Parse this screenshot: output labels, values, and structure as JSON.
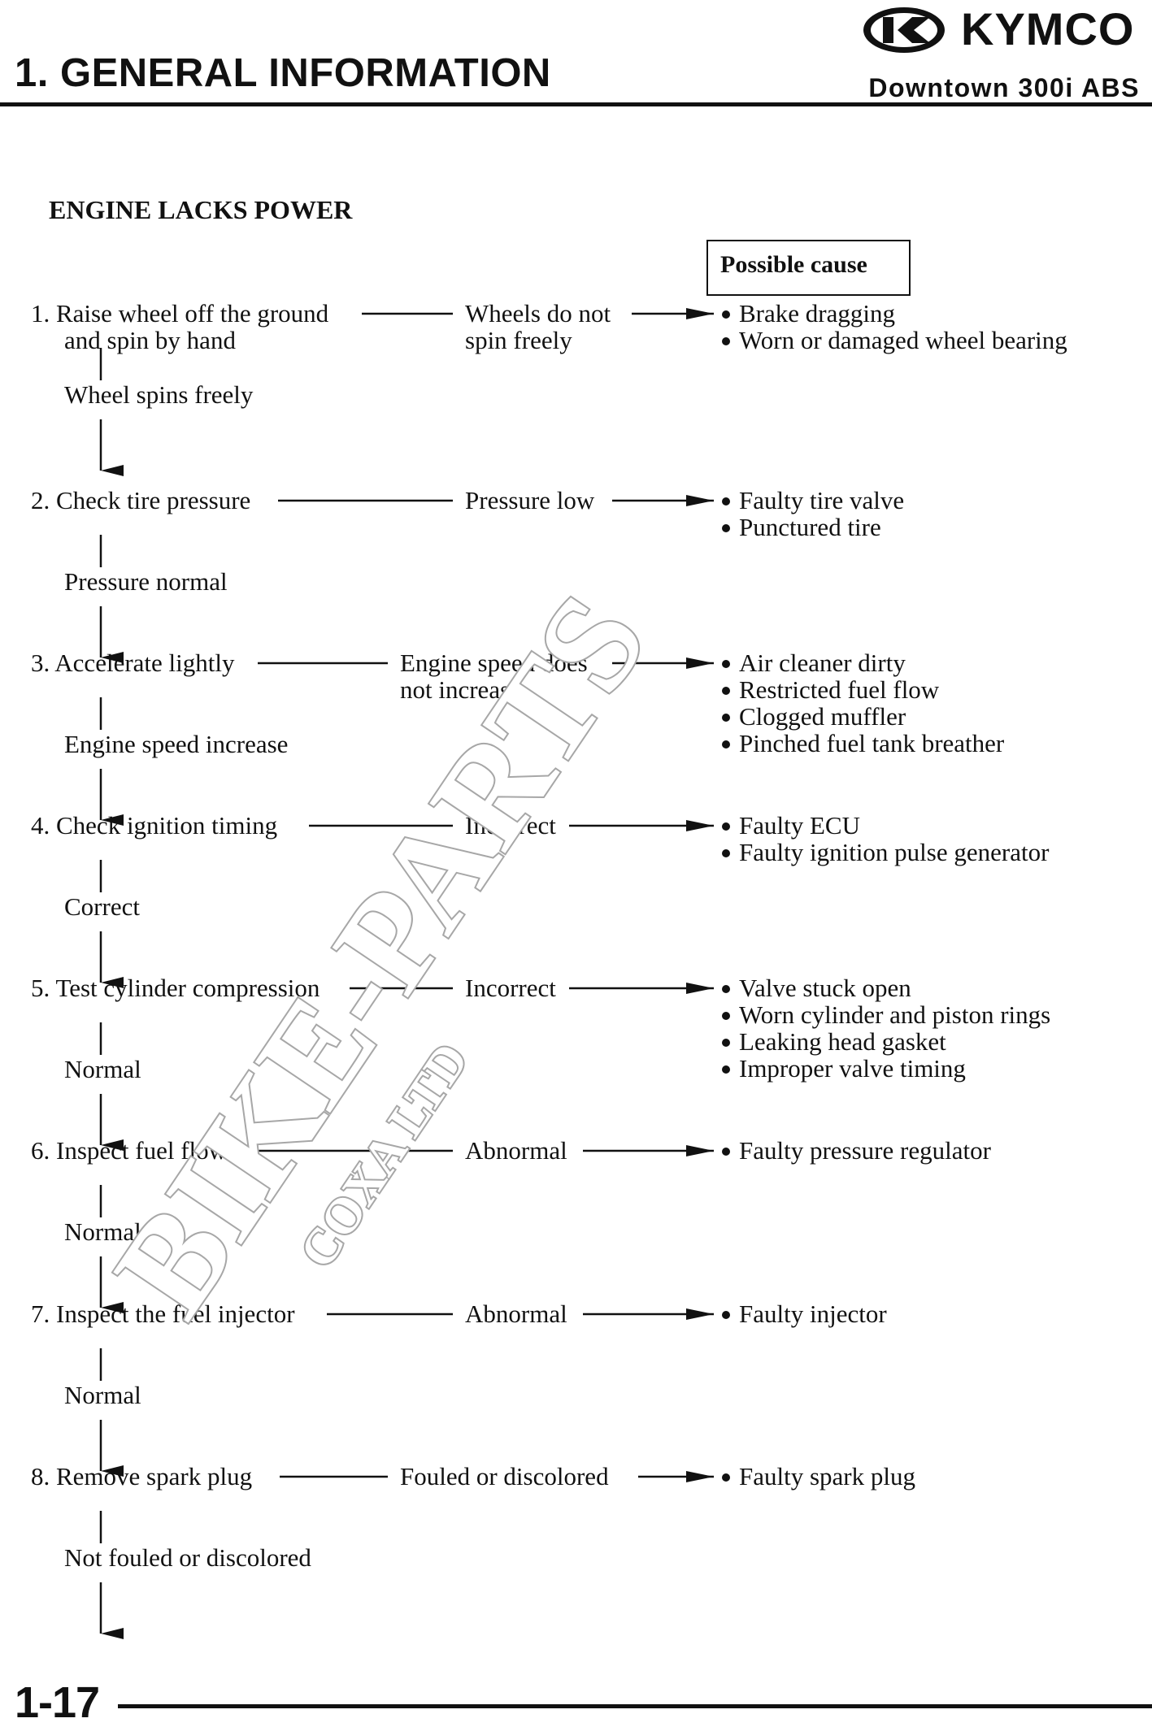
{
  "header": {
    "section_title": "1. GENERAL INFORMATION",
    "model": "Downtown 300i ABS",
    "brand_logo_text": "KYMCO"
  },
  "section": {
    "title": "ENGINE LACKS POWER",
    "cause_header": "Possible cause"
  },
  "steps": [
    {
      "label": [
        "1. Raise wheel off the ground",
        "and spin by hand"
      ],
      "result": [
        "Wheels do not",
        "spin freely"
      ],
      "causes": [
        "Brake dragging",
        "Worn or damaged wheel bearing"
      ],
      "next": "Wheel spins freely"
    },
    {
      "label": [
        "2. Check tire pressure"
      ],
      "result": [
        "Pressure low"
      ],
      "causes": [
        "Faulty tire valve",
        "Punctured tire"
      ],
      "next": "Pressure normal"
    },
    {
      "label": [
        "3. Accelerate lightly"
      ],
      "result": [
        "Engine speed does",
        "not increase"
      ],
      "causes": [
        "Air cleaner dirty",
        "Restricted fuel flow",
        "Clogged muffler",
        "Pinched fuel tank breather"
      ],
      "next": "Engine speed increase"
    },
    {
      "label": [
        "4. Check ignition timing"
      ],
      "result": [
        "Incorrect"
      ],
      "causes": [
        "Faulty ECU",
        "Faulty ignition pulse generator"
      ],
      "next": "Correct"
    },
    {
      "label": [
        "5. Test cylinder compression"
      ],
      "result": [
        "Incorrect"
      ],
      "causes": [
        "Valve stuck open",
        "Worn cylinder and piston rings",
        "Leaking head gasket",
        "Improper valve timing"
      ],
      "next": "Normal"
    },
    {
      "label": [
        "6. Inspect fuel flow"
      ],
      "result": [
        "Abnormal"
      ],
      "causes": [
        "Faulty pressure regulator"
      ],
      "next": "Normal"
    },
    {
      "label": [
        "7. Inspect the fuel injector"
      ],
      "result": [
        "Abnormal"
      ],
      "causes": [
        "Faulty injector"
      ],
      "next": "Normal"
    },
    {
      "label": [
        "8. Remove spark plug"
      ],
      "result": [
        "Fouled or discolored"
      ],
      "causes": [
        "Faulty spark plug"
      ],
      "next": "Not fouled or discolored"
    }
  ],
  "watermark": {
    "main": "BIKE-PARTS",
    "sub": "COXA LTD"
  },
  "footer": {
    "page_number": "1-17"
  }
}
